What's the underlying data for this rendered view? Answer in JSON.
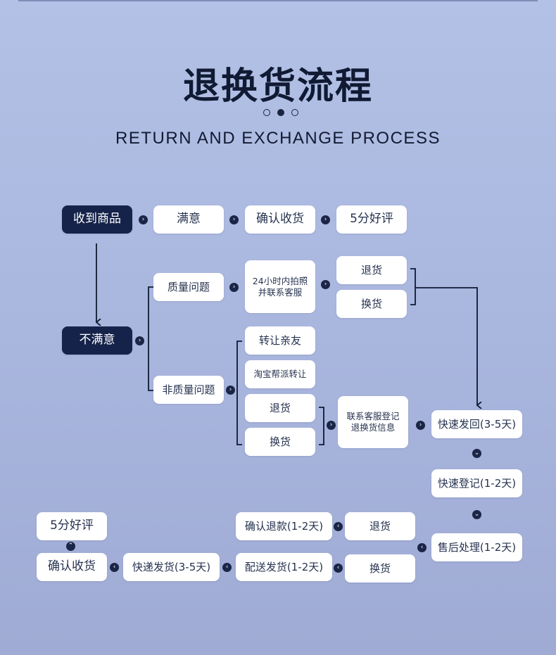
{
  "header": {
    "title": "退换货流程",
    "subtitle": "RETURN AND EXCHANGE PROCESS"
  },
  "nodes": {
    "receive_goods": "收到商品",
    "satisfied": "满意",
    "confirm_receipt_1": "确认收货",
    "five_star_1": "5分好评",
    "unsatisfied": "不满意",
    "quality_issue": "质量问题",
    "photo_contact_line1": "24小时内拍照",
    "photo_contact_line2": "并联系客服",
    "return_1": "退货",
    "exchange_1": "换货",
    "non_quality_issue": "非质量问题",
    "transfer_friend": "转让亲友",
    "taobao_transfer": "淘宝帮派转让",
    "return_2": "退货",
    "exchange_2": "换货",
    "register_line1": "联系客服登记",
    "register_line2": "退换货信息",
    "express_return": "快速发回(3-5天)",
    "express_register": "快速登记(1-2天)",
    "after_sales": "售后处理(1-2天)",
    "return_3": "退货",
    "exchange_3": "换货",
    "confirm_refund": "确认退款(1-2天)",
    "delivery": "配送发货(1-2天)",
    "express_ship": "快递发货(3-5天)",
    "confirm_receipt_2": "确认收货",
    "five_star_2": "5分好评"
  },
  "colors": {
    "dark_node": "#15234a",
    "arrow_icon": "#1a2547",
    "line": "#101a33"
  }
}
